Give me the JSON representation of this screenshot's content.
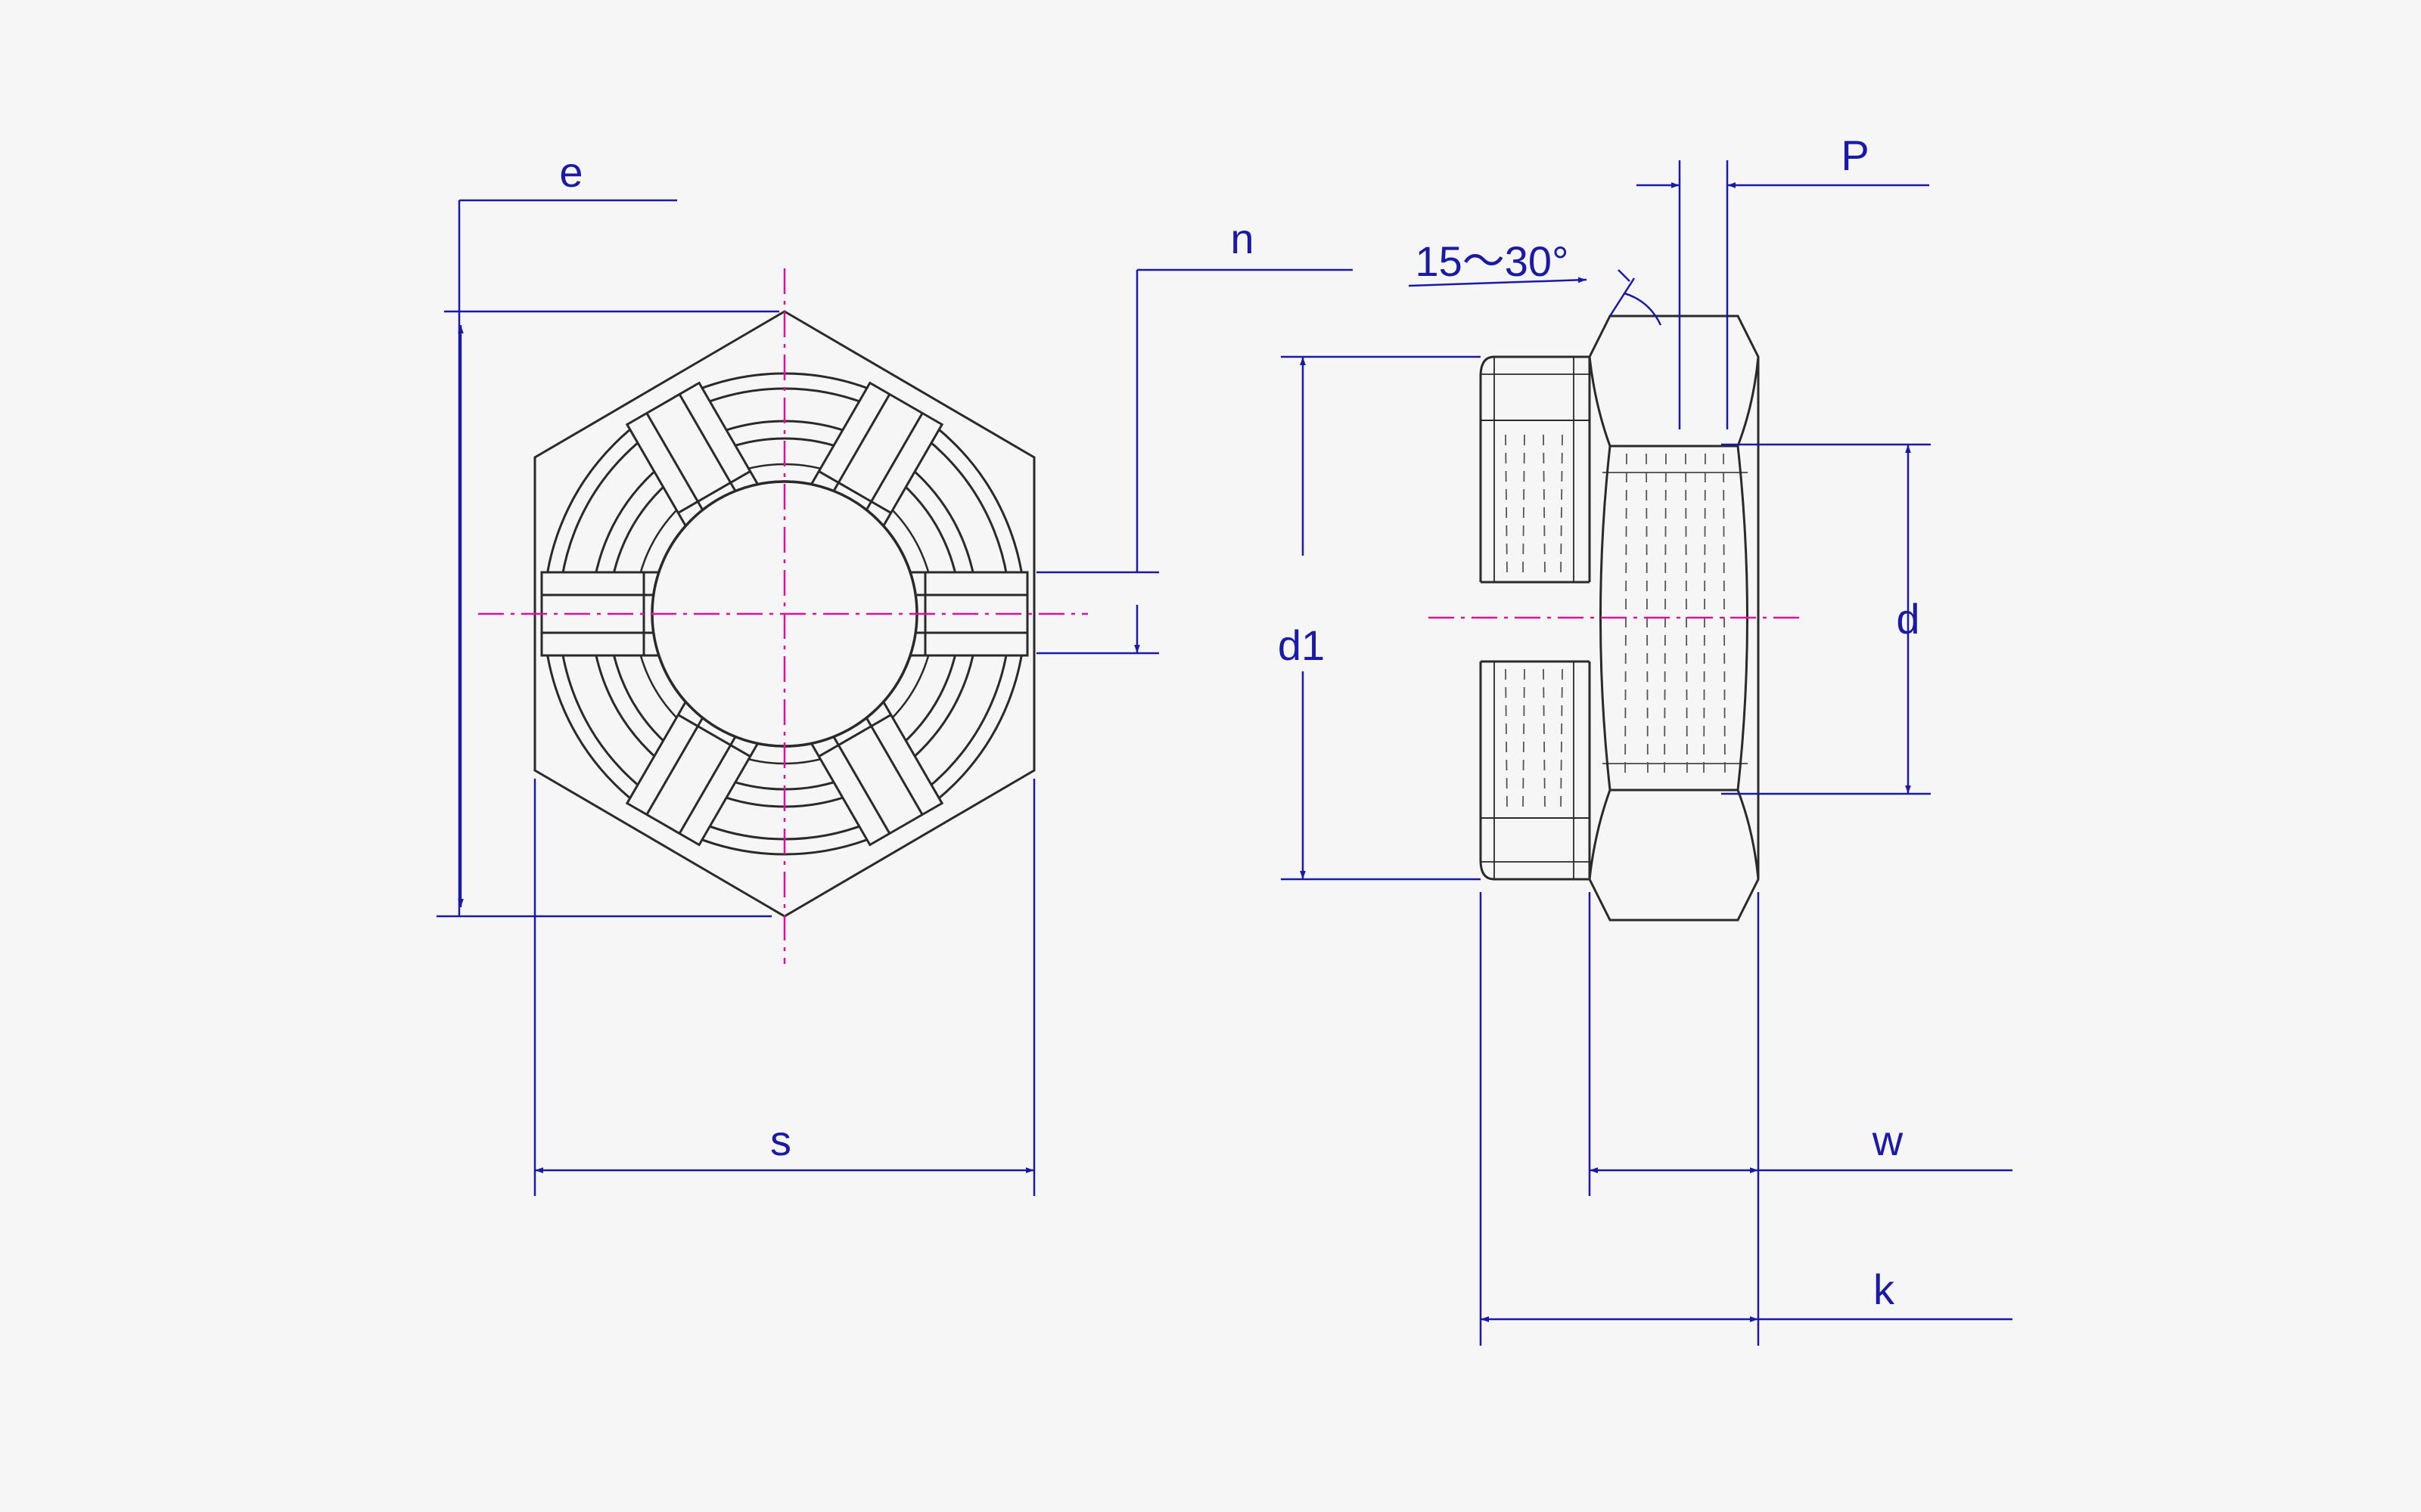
{
  "labels": {
    "e": "e",
    "n": "n",
    "s": "s",
    "angle": "15～30°",
    "p": "P",
    "d1": "d1",
    "d": "d",
    "w": "w",
    "k": "k"
  },
  "colors": {
    "background": "#f6f6f7",
    "outline": "#2a2a2a",
    "dimension": "#1a1aa6",
    "centerline": "#e0109a",
    "thread": "#555555"
  }
}
